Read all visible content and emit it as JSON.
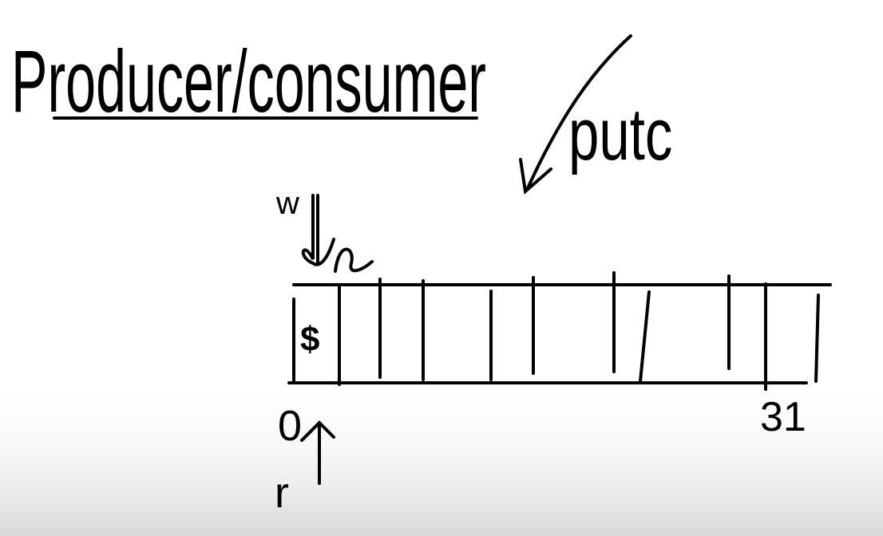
{
  "title": "Producer/consumer",
  "function_label": "putc",
  "write_pointer_label": "w",
  "read_pointer_label": "r",
  "buffer": {
    "first_index": "0",
    "last_index": "31",
    "first_slot_content": "$"
  }
}
